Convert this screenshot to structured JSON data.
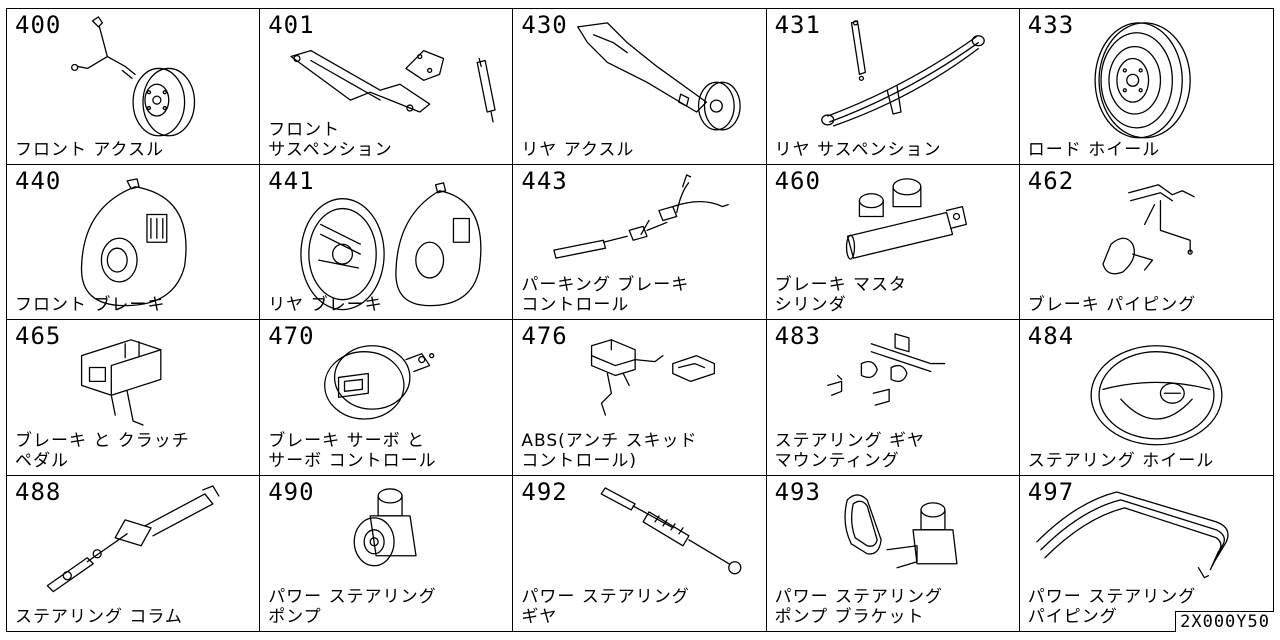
{
  "cells": [
    {
      "num": "400",
      "label": "フロント アクスル"
    },
    {
      "num": "401",
      "label": "フロント\nサスペンション"
    },
    {
      "num": "430",
      "label": "リヤ アクスル"
    },
    {
      "num": "431",
      "label": "リヤ サスペンション"
    },
    {
      "num": "433",
      "label": "ロード ホイール"
    },
    {
      "num": "440",
      "label": "フロント ブレーキ"
    },
    {
      "num": "441",
      "label": "リヤ ブレーキ"
    },
    {
      "num": "443",
      "label": "パーキング ブレーキ\nコントロール"
    },
    {
      "num": "460",
      "label": "ブレーキ マスタ\nシリンダ"
    },
    {
      "num": "462",
      "label": "ブレーキ パイピング"
    },
    {
      "num": "465",
      "label": "ブレーキ と クラッチ\nペダル"
    },
    {
      "num": "470",
      "label": "ブレーキ サーボ と\nサーボ コントロール"
    },
    {
      "num": "476",
      "label": "ABS(アンチ スキッド\nコントロール)"
    },
    {
      "num": "483",
      "label": "ステアリング ギヤ\nマウンティング"
    },
    {
      "num": "484",
      "label": "ステアリング ホイール"
    },
    {
      "num": "488",
      "label": "ステアリング コラム"
    },
    {
      "num": "490",
      "label": "パワー ステアリング\nポンプ"
    },
    {
      "num": "492",
      "label": "パワー ステアリング\nギヤ"
    },
    {
      "num": "493",
      "label": "パワー ステアリング\nポンプ ブラケット"
    },
    {
      "num": "497",
      "label": "パワー ステアリング\nパイピング"
    }
  ],
  "diagram_code": "2X000Y50"
}
